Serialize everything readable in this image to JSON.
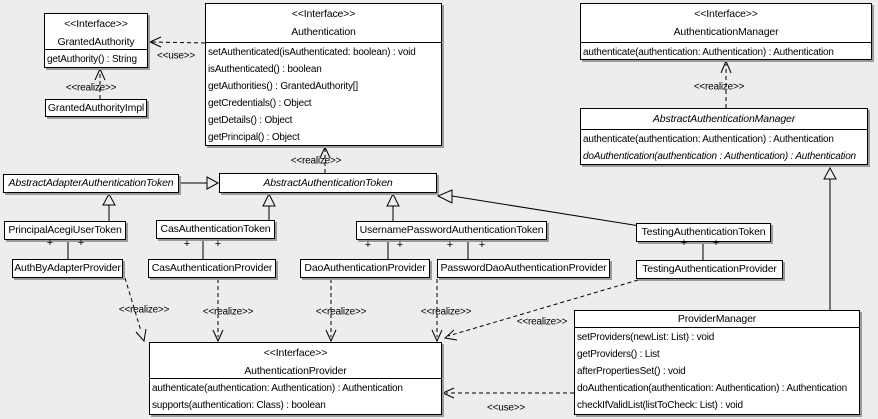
{
  "diagram": {
    "title": "Acegi Security authentication UML class diagram",
    "background_color": "#ededed",
    "box_fill": "#ffffff",
    "line_color": "#000000",
    "multiplicity": "+",
    "labels": {
      "use": "<<use>>",
      "realize": "<<realize>>"
    },
    "classes": {
      "granted_authority": {
        "stereotype": "<<Interface>>",
        "name": "GrantedAuthority",
        "methods": [
          {
            "text": "getAuthority() : String"
          }
        ]
      },
      "granted_authority_impl": {
        "name": "GrantedAuthorityImpl"
      },
      "authentication": {
        "stereotype": "<<Interface>>",
        "name": "Authentication",
        "methods": [
          {
            "text": "setAuthenticated(isAuthenticated: boolean) : void"
          },
          {
            "text": "isAuthenticated() : boolean"
          },
          {
            "text": "getAuthorities() : GrantedAuthority[]"
          },
          {
            "text": "getCredentials() : Object"
          },
          {
            "text": "getDetails() : Object"
          },
          {
            "text": "getPrincipal() : Object"
          }
        ]
      },
      "authentication_manager": {
        "stereotype": "<<Interface>>",
        "name": "AuthenticationManager",
        "methods": [
          {
            "text": "authenticate(authentication: Authentication) : Authentication"
          }
        ]
      },
      "abstract_authentication_manager": {
        "name": "AbstractAuthenticationManager",
        "abstract": true,
        "methods": [
          {
            "text": "authenticate(authentication: Authentication) : Authentication"
          },
          {
            "text": "doAuthentication(authentication : Authentication) : Authentication",
            "italic": true
          }
        ]
      },
      "abstract_adapter_authentication_token": {
        "name": "AbstractAdapterAuthenticationToken",
        "abstract": true
      },
      "abstract_authentication_token": {
        "name": "AbstractAuthenticationToken",
        "abstract": true
      },
      "principal_acegi_user_token": {
        "name": "PrincipalAcegiUserToken"
      },
      "cas_authentication_token": {
        "name": "CasAuthenticationToken"
      },
      "username_password_authentication_token": {
        "name": "UsernamePasswordAuthenticationToken"
      },
      "testing_authentication_token": {
        "name": "TestingAuthenticationToken"
      },
      "auth_by_adapter_provider": {
        "name": "AuthByAdapterProvider"
      },
      "cas_authentication_provider": {
        "name": "CasAuthenticationProvider"
      },
      "dao_authentication_provider": {
        "name": "DaoAuthenticationProvider"
      },
      "password_dao_authentication_provider": {
        "name": "PasswordDaoAuthenticationProvider"
      },
      "testing_authentication_provider": {
        "name": "TestingAuthenticationProvider"
      },
      "authentication_provider": {
        "stereotype": "<<Interface>>",
        "name": "AuthenticationProvider",
        "methods": [
          {
            "text": "authenticate(authentication: Authentication) : Authentication"
          },
          {
            "text": "supports(authentication: Class) : boolean"
          }
        ]
      },
      "provider_manager": {
        "name": "ProviderManager",
        "methods": [
          {
            "text": "setProviders(newList: List) : void"
          },
          {
            "text": "getProviders() : List"
          },
          {
            "text": "afterPropertiesSet() : void"
          },
          {
            "text": "doAuthentication(authentication: Authentication) : Authentication"
          },
          {
            "text": "checkIfValidList(listToCheck: List) : void"
          }
        ]
      }
    }
  }
}
